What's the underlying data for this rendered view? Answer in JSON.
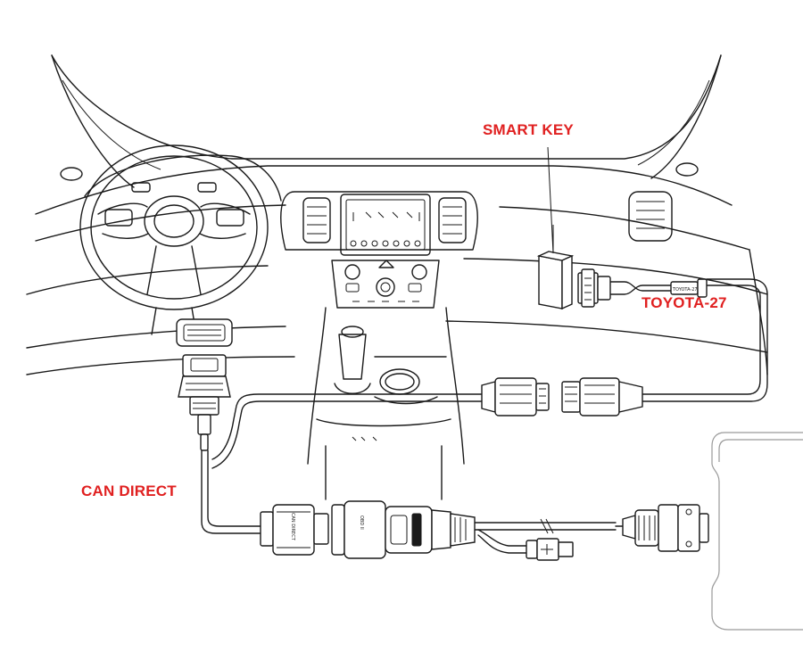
{
  "labels": {
    "smart_key": "SMART KEY",
    "toyota_27": "TOYOTA-27",
    "can_direct": "CAN DIRECT",
    "cable_tag": "TOYOTA-27",
    "adapter_print": "CAN DIRECT",
    "connector_print": "OBD II"
  },
  "colors": {
    "label": "#e02020",
    "line": "#1a1a1a",
    "background": "#ffffff"
  }
}
